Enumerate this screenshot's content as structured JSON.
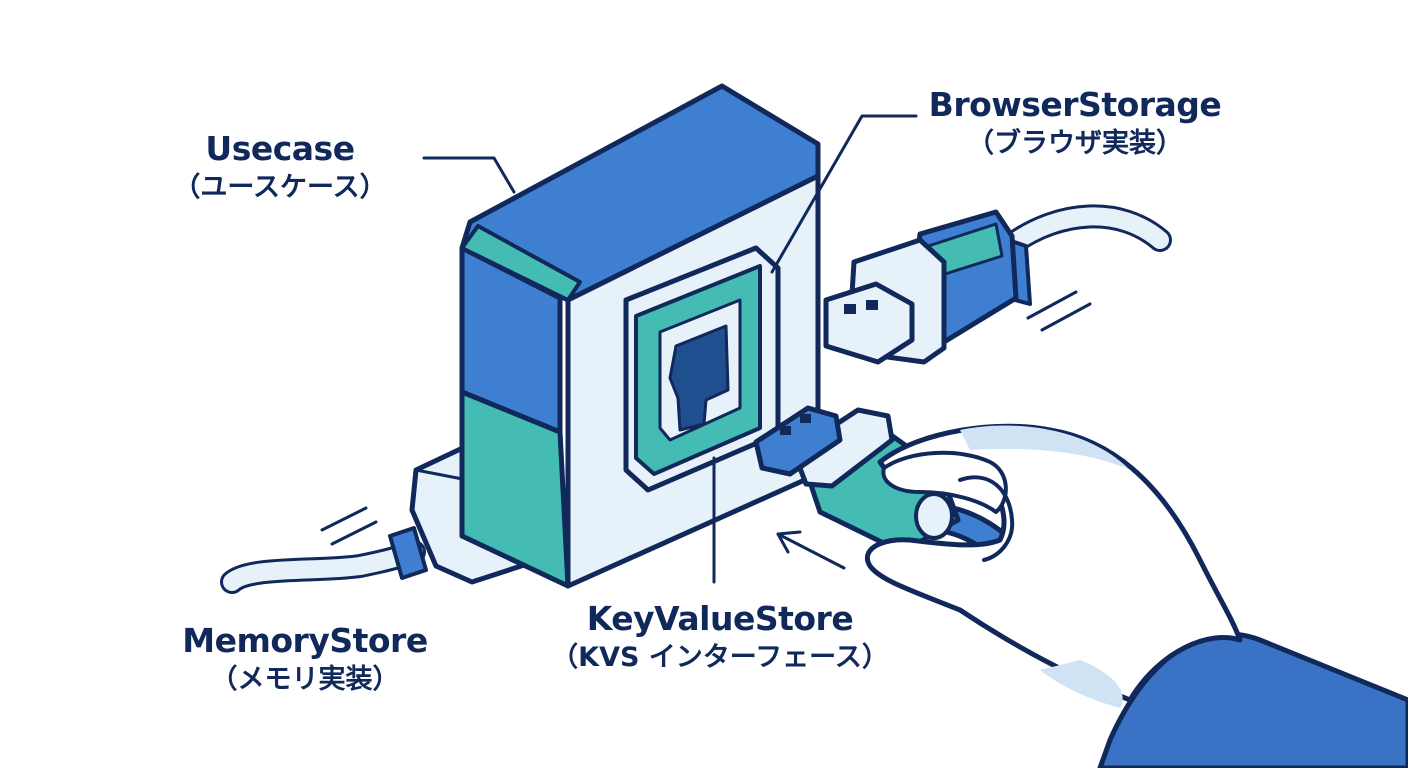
{
  "colors": {
    "outline": "#10285a",
    "blue": "#3f7fd1",
    "teal": "#45bcb3",
    "light_blue": "#e6f1fa",
    "dark_blue": "#1f4f8f",
    "sleeve": "#3a73c6",
    "background": "#ffffff"
  },
  "labels": {
    "usecase": {
      "en": "Usecase",
      "ja": "（ユースケース）"
    },
    "browser": {
      "en": "BrowserStorage",
      "ja": "（ブラウザ実装）"
    },
    "kvs": {
      "en": "KeyValueStore",
      "ja": "（KVS インターフェース）"
    },
    "memory": {
      "en": "MemoryStore",
      "ja": "（メモリ実装）"
    }
  },
  "icons": {
    "device": "usecase-box-icon",
    "port": "kvs-port-icon",
    "plug_top": "usb-plug-icon",
    "plug_hand": "usb-plug-icon",
    "plug_left": "memory-plug-icon",
    "hand": "hand-icon"
  }
}
